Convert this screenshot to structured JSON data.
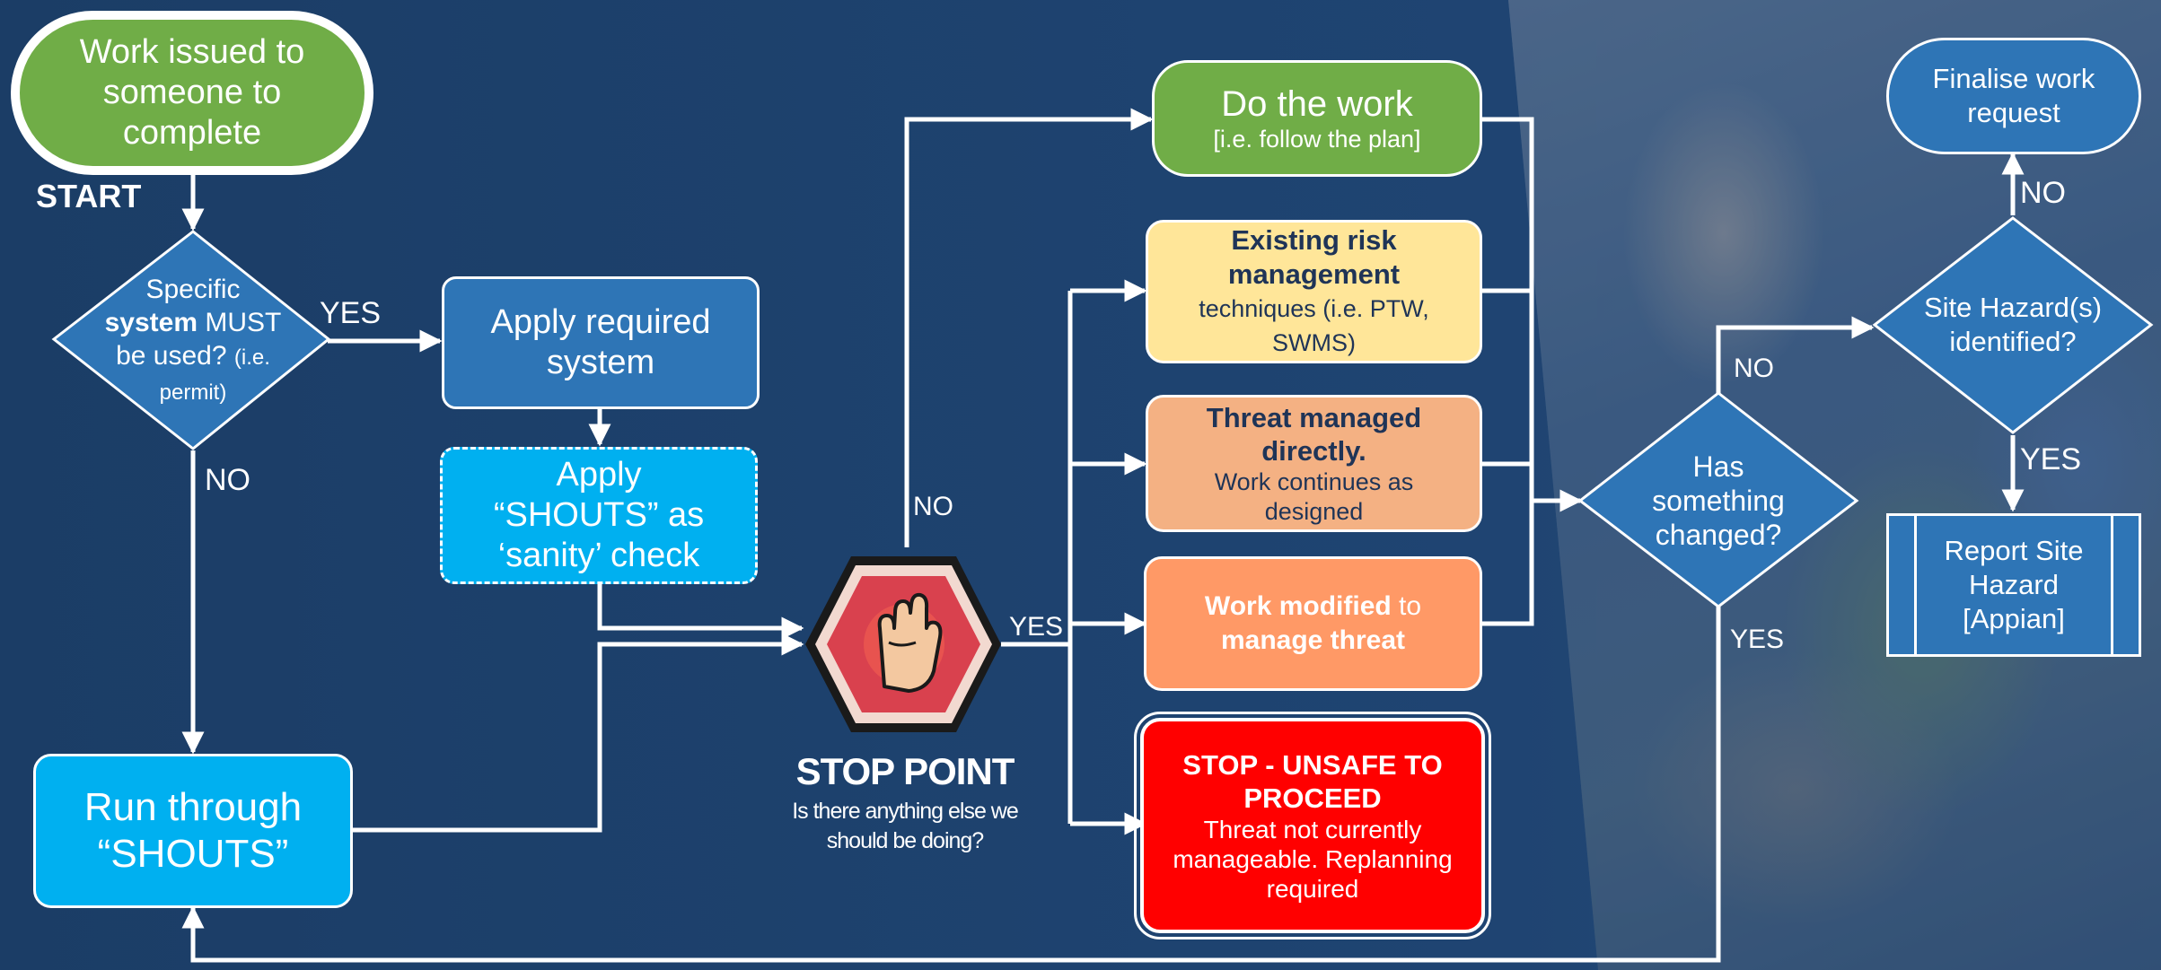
{
  "nodes": {
    "start_box": "Work issued to someone to complete",
    "start_label": "START",
    "decision_system": {
      "pre": "Specific",
      "bold": "system",
      "mid": "MUST be used?",
      "small": "(i.e. permit)"
    },
    "apply_system": "Apply required system",
    "apply_shouts": "Apply “SHOUTS” as ‘sanity’ check",
    "run_shouts": "Run through “SHOUTS”",
    "stop_title": "STOP POINT",
    "stop_sub": "Is there anything else we should be doing?",
    "do_work": {
      "title": "Do the work",
      "sub": "[i.e. follow the plan]"
    },
    "existing_risk": {
      "bold": "Existing risk management",
      "rest": "techniques (i.e. PTW, SWMS)"
    },
    "threat_managed": {
      "bold": "Threat managed directly.",
      "rest": "Work continues as designed"
    },
    "work_modified": {
      "bold1": "Work modified",
      "mid": " to ",
      "bold2": "manage threat"
    },
    "stop_unsafe": {
      "bold": "STOP - UNSAFE TO PROCEED",
      "rest": "Threat not currently manageable.  Replanning required"
    },
    "has_changed": "Has something changed?",
    "site_hazard": "Site Hazard(s) identified?",
    "finalise": "Finalise work request",
    "report_hazard": "Report Site Hazard [Appian]"
  },
  "edge_labels": {
    "yes_system": "YES",
    "no_system": "NO",
    "no_stop": "NO",
    "yes_stop": "YES",
    "no_changed": "NO",
    "yes_changed": "YES",
    "no_hazard": "NO",
    "yes_hazard": "YES"
  },
  "colors": {
    "background": "#1c3f68",
    "green": "#70ad47",
    "blue": "#2e75b6",
    "cyan": "#00b0f0",
    "yellow": "#ffe699",
    "peach": "#f4b183",
    "orange": "#ff9966",
    "red": "#ff0000",
    "stop_sign": "#d9414e"
  },
  "icons": [
    "stop-hand-icon"
  ]
}
